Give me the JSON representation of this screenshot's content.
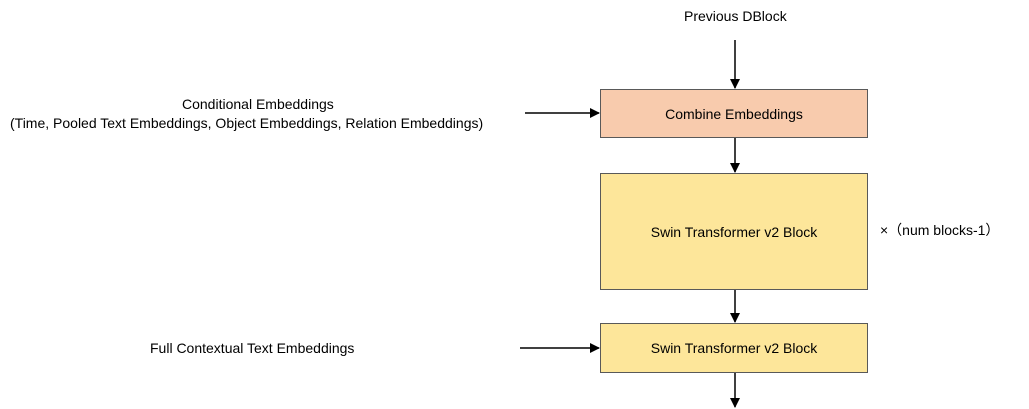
{
  "diagram": {
    "top_label": "Previous DBlock",
    "conditional_label_line1": "Conditional Embeddings",
    "conditional_label_line2": "(Time, Pooled Text Embeddings, Object Embeddings, Relation Embeddings)",
    "combine_box": "Combine Embeddings",
    "swin_block_repeat": "Swin Transformer v2 Block",
    "repeat_note": "×（num blocks-1）",
    "full_context_label": "Full Contextual Text Embeddings",
    "swin_block_last": "Swin Transformer v2 Block",
    "colors": {
      "combine_fill": "#f8cbad",
      "swin_repeat_fill": "#fde69a",
      "swin_last_fill": "#fde69a",
      "stroke": "#000000"
    }
  }
}
